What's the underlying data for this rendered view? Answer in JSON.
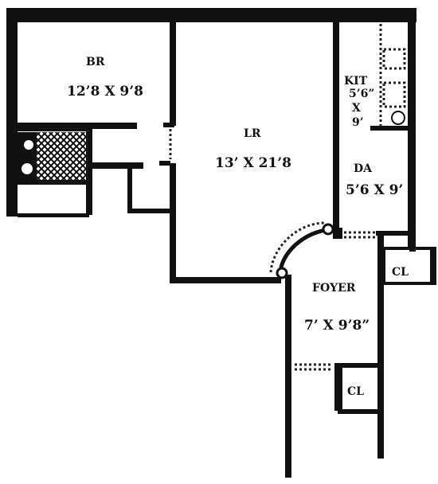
{
  "rooms": {
    "br": {
      "name": "BR",
      "dimensions": "12’8 X 9’8"
    },
    "lr": {
      "name": "LR",
      "dimensions": "13’ X 21’8"
    },
    "kit": {
      "name": "KIT",
      "dim_line1": "5’6”",
      "dim_line2": "X",
      "dim_line3": "9’"
    },
    "da": {
      "name": "DA",
      "dimensions": "5’6 X 9’"
    },
    "foyer": {
      "name": "FOYER",
      "dimensions": "7’ X 9’8”"
    },
    "closet_upper": {
      "name": "CL"
    },
    "closet_lower": {
      "name": "CL"
    }
  },
  "colors": {
    "wall": "#111111",
    "background": "#ffffff"
  }
}
